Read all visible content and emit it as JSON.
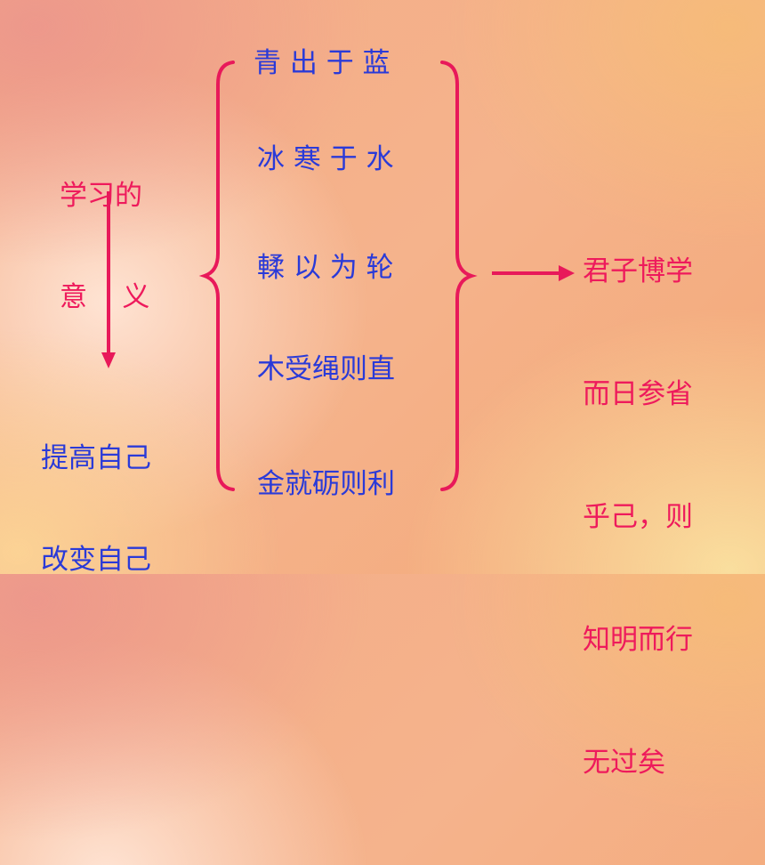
{
  "left_label": [
    "学习的",
    "意    义"
  ],
  "left_result": [
    "提高自己",
    "改变自己"
  ],
  "sayings": [
    "青 出 于 蓝",
    "冰 寒 于 水",
    "輮 以 为 轮",
    "木受绳则直",
    "金就砺则利"
  ],
  "conclusion": [
    "君子博学",
    "而日参省",
    "乎己，则",
    "知明而行",
    "无过矣"
  ],
  "colors": {
    "red": "#ee1a5c",
    "blue": "#2a3ad8",
    "arrow": "#e8195a",
    "brace": "#e8195a"
  }
}
